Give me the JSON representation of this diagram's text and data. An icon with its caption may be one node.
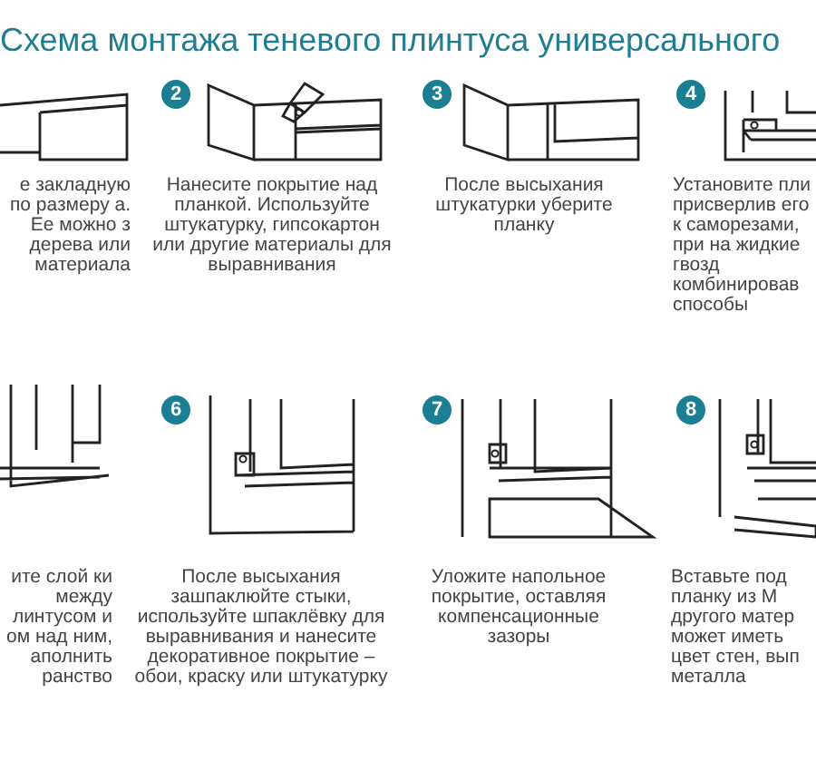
{
  "diagram": {
    "title": "Схема монтажа теневого плинтуса универсального",
    "labels": [
      "2",
      "3",
      "4",
      "е закладную по размеру а. Ее можно з дерева или материала",
      "Нанесите покрытие над планкой. Используйте штукатурку, гипсокартон или другие материалы для выравнивания",
      "После высыхания штукатурки уберите планку",
      "Установите пли присверлив его к саморезами, при на жидкие гвозд комбинировав способы",
      "6",
      "7",
      "8",
      "ите слой ки между линтусом и ом над ним, аполнить ранство",
      "После высыхания зашпаклюйте стыки, используйте шпаклёвку для выравнивания и нанесите декоративное покрытие – обои, краску или штукатурку",
      "Уложите напольное покрытие, оставляя компенсационные зазоры",
      "Вставьте под планку из М другого матер может иметь цвет стен, вып металла"
    ]
  }
}
